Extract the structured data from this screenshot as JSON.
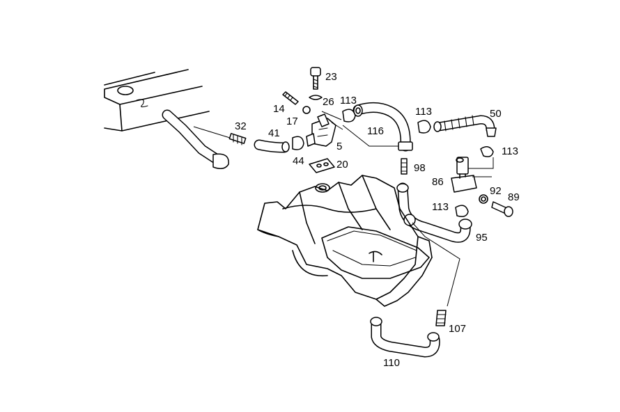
{
  "callouts": {
    "c23": "23",
    "c26": "26",
    "c113a": "113",
    "c14": "14",
    "c17": "17",
    "c32": "32",
    "c41": "41",
    "c5": "5",
    "c116": "116",
    "c113b": "113",
    "c50": "50",
    "c113c": "113",
    "c44": "44",
    "c20": "20",
    "c98": "98",
    "c86": "86",
    "c92": "92",
    "c89": "89",
    "c113d": "113",
    "c95": "95",
    "c107": "107",
    "c110": "110"
  }
}
